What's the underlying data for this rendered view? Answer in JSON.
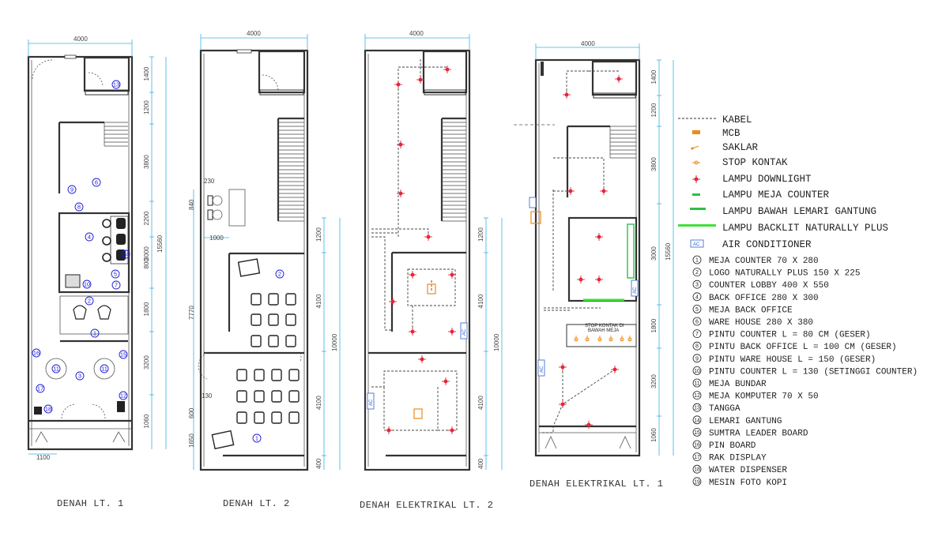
{
  "titles": {
    "plan1": "DENAH LT. 1",
    "plan2": "DENAH LT. 2",
    "elec2": "DENAH ELEKTRIKAL LT. 2",
    "elec1": "DENAH ELEKTRIKAL LT. 1"
  },
  "dimensions": {
    "width": "4000",
    "plan1_right": [
      "1400",
      "1200",
      "3800",
      "2200",
      "800",
      "1800",
      "3200",
      "1060"
    ],
    "plan1_right_mid": "3000",
    "plan1_total": "15560",
    "plan1_bottom": "1100",
    "plan2_left": [
      "230",
      "840",
      "1000",
      "7770",
      "130",
      "600",
      "1650"
    ],
    "plan2_right": [
      "1200",
      "4100",
      "4100",
      "400"
    ],
    "plan2_total": "10000",
    "elec2_right": [
      "1200",
      "4100",
      "4100",
      "400"
    ],
    "elec2_total": "10000",
    "elec1_right": [
      "1400",
      "1200",
      "3800",
      "3000",
      "1800",
      "3200",
      "1060"
    ],
    "elec1_total": "15560"
  },
  "annotations": {
    "stop_kontak_meja": "STOP KONTAK DI",
    "stop_kontak_meja2": "BAWAH MEJA",
    "ac": "AC"
  },
  "legend": {
    "symbols": [
      {
        "label": "KABEL",
        "icon": "dashed-line-icon"
      },
      {
        "label": "MCB",
        "icon": "mcb-icon"
      },
      {
        "label": "SAKLAR",
        "icon": "switch-icon"
      },
      {
        "label": "STOP KONTAK",
        "icon": "socket-icon"
      },
      {
        "label": "LAMPU DOWNLIGHT",
        "icon": "downlight-icon"
      },
      {
        "label": "LAMPU MEJA COUNTER",
        "icon": "counter-lamp-icon"
      },
      {
        "label": "LAMPU BAWAH LEMARI GANTUNG",
        "icon": "cabinet-lamp-icon"
      },
      {
        "label": "LAMPU BACKLIT NATURALLY PLUS",
        "icon": "backlit-lamp-icon"
      },
      {
        "label": "AIR CONDITIONER",
        "icon": "ac-icon"
      }
    ],
    "items": [
      "MEJA COUNTER 70 X 280",
      "LOGO NATURALLY PLUS 150 X 225",
      "COUNTER LOBBY 400 X 550",
      "BACK OFFICE 280 X 300",
      "MEJA BACK OFFICE",
      "WARE HOUSE 280 X 380",
      "PINTU COUNTER L = 80 CM (GESER)",
      "PINTU BACK OFFICE L = 100 CM (GESER)",
      "PINTU WARE HOUSE L = 150 (GESER)",
      "PINTU COUNTER L = 130 (SETINGGI COUNTER)",
      "MEJA BUNDAR",
      "MEJA KOMPUTER 70 X 50",
      "TANGGA",
      "LEMARI GANTUNG",
      "SUMTRA LEADER BOARD",
      "PIN BOARD",
      "RAK DISPLAY",
      "WATER DISPENSER",
      "MESIN FOTO KOPI"
    ]
  },
  "colors": {
    "dimension": "#3ab0e6",
    "lamp": "#e0283a",
    "mcb": "#f08a18",
    "counter_lamp": "#2cc04a",
    "backlit": "#3ee03a",
    "ac": "#2a5fd0",
    "number": "#1a1ad8"
  }
}
